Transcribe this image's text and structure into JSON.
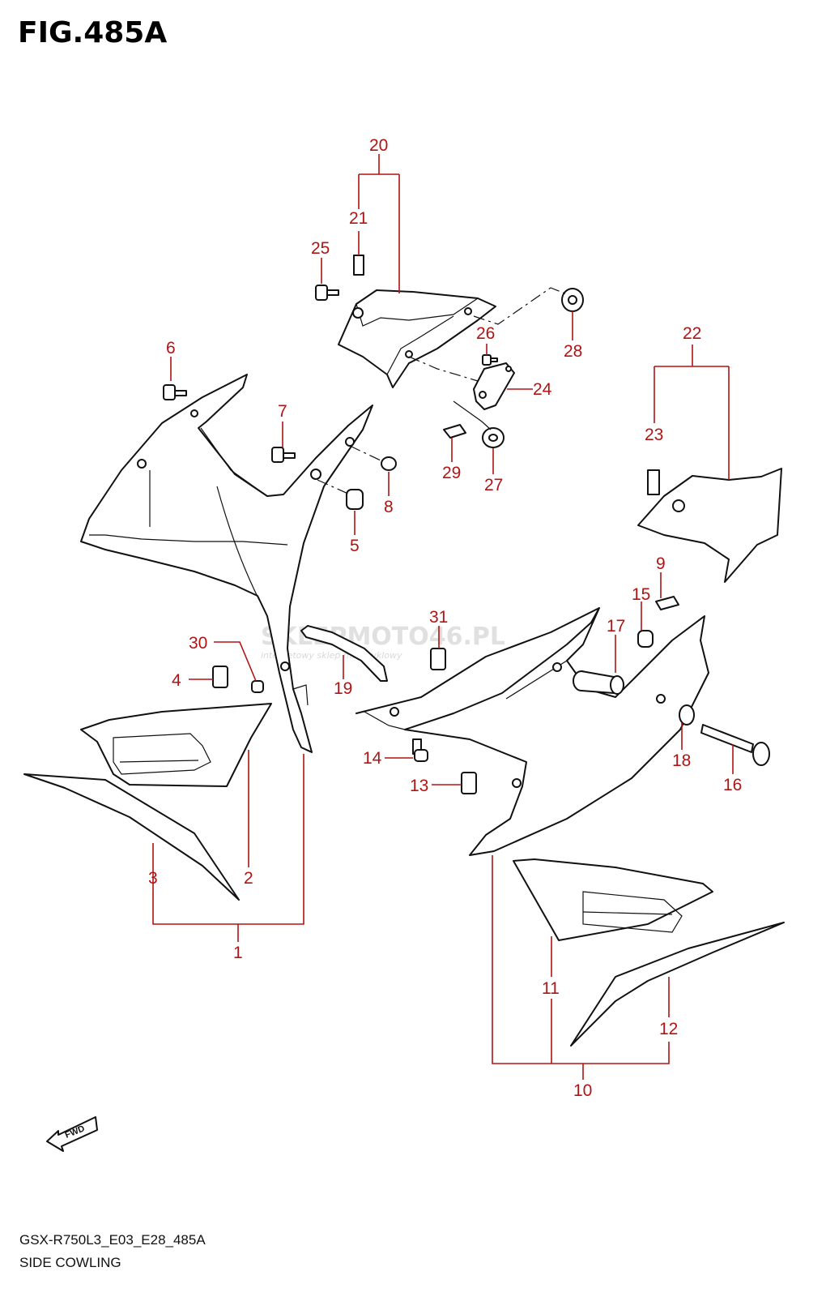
{
  "figure_title": "FIG.485A",
  "footer_code": "GSX-R750L3_E03_E28_485A",
  "section_name": "SIDE COWLING",
  "fwd_label": "FWD",
  "watermark": {
    "brand_text": "SKLEPMOTO46.PL",
    "tagline": "internetowy sklep motocyklowy"
  },
  "callouts": {
    "c1": "1",
    "c2": "2",
    "c3": "3",
    "c4": "4",
    "c5": "5",
    "c6": "6",
    "c7": "7",
    "c8": "8",
    "c9": "9",
    "c10": "10",
    "c11": "11",
    "c12": "12",
    "c13": "13",
    "c14": "14",
    "c15": "15",
    "c16": "16",
    "c17": "17",
    "c18": "18",
    "c19": "19",
    "c20": "20",
    "c21": "21",
    "c22": "22",
    "c23": "23",
    "c24": "24",
    "c25": "25",
    "c26": "26",
    "c27": "27",
    "c28": "28",
    "c29": "29",
    "c30": "30",
    "c31": "31"
  },
  "colors": {
    "callout": "#b01414",
    "line": "#111111",
    "watermark": "#c8c8c8"
  }
}
